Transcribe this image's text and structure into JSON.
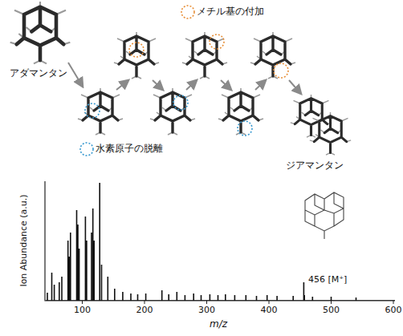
{
  "diagram": {
    "labels": [
      "アダマンタン",
      "ジアマンタン",
      "456 [M⁺]",
      "Ion Abundance (a.u.)",
      "100",
      "200",
      "300",
      "400",
      "500",
      "600",
      "m/z"
    ],
    "legend": [
      {
        "text": "メチル基の付加"
      },
      {
        "text": "水素原子の脱離"
      }
    ]
  }
}
